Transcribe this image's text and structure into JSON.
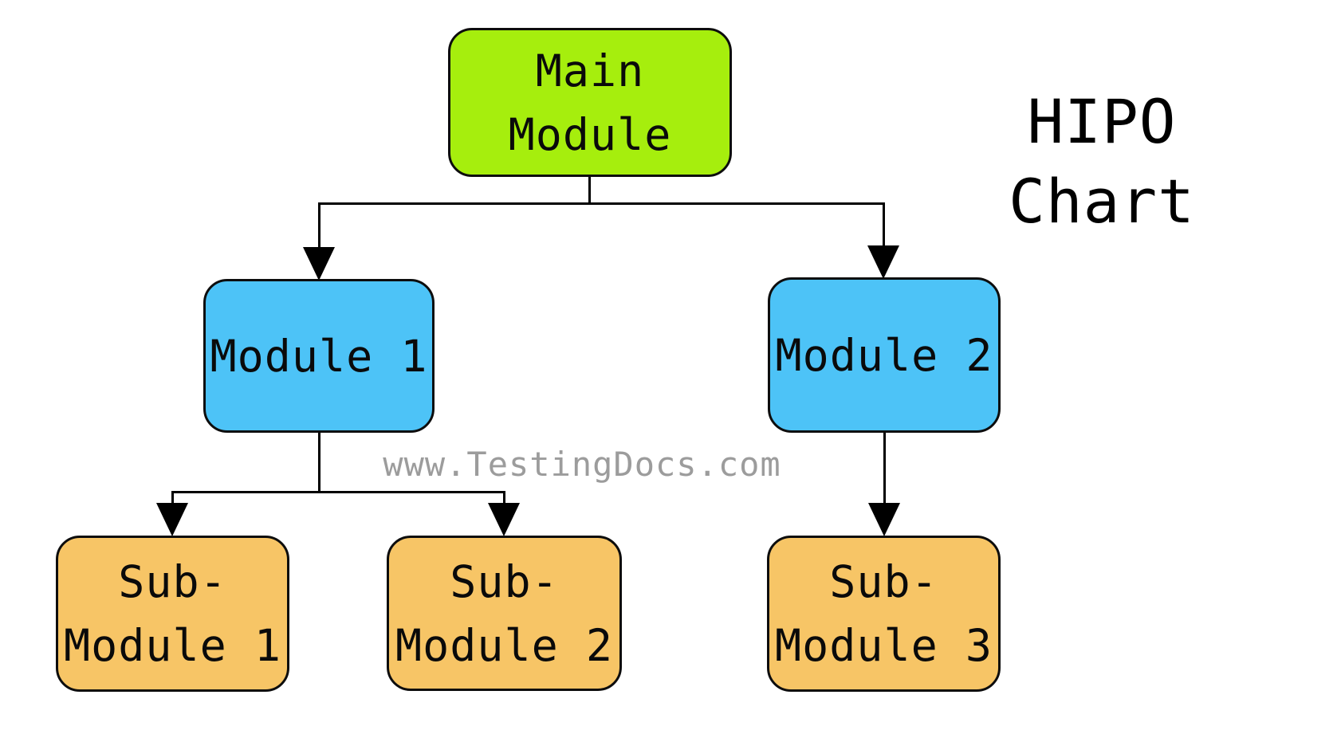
{
  "title": {
    "text": "HIPO\nChart"
  },
  "watermark": {
    "text": "www.TestingDocs.com"
  },
  "colors": {
    "main_module_fill": "#A6EE0D",
    "module_fill": "#4DC3F7",
    "submodule_fill": "#F7C566",
    "node_border": "#0D0D0D",
    "connector": "#000000",
    "title_text": "#000000",
    "watermark_text": "#9C9C9C",
    "background": "#FFFFFF"
  },
  "nodes": {
    "main": {
      "label": "Main\nModule"
    },
    "module1": {
      "label": "Module 1"
    },
    "module2": {
      "label": "Module 2"
    },
    "sub1": {
      "label": "Sub-\nModule 1"
    },
    "sub2": {
      "label": "Sub-\nModule 2"
    },
    "sub3": {
      "label": "Sub-\nModule 3"
    }
  },
  "edges": [
    {
      "from": "Main Module",
      "to": "Module 1"
    },
    {
      "from": "Main Module",
      "to": "Module 2"
    },
    {
      "from": "Module 1",
      "to": "Sub-Module 1"
    },
    {
      "from": "Module 1",
      "to": "Sub-Module 2"
    },
    {
      "from": "Module 2",
      "to": "Sub-Module 3"
    }
  ]
}
